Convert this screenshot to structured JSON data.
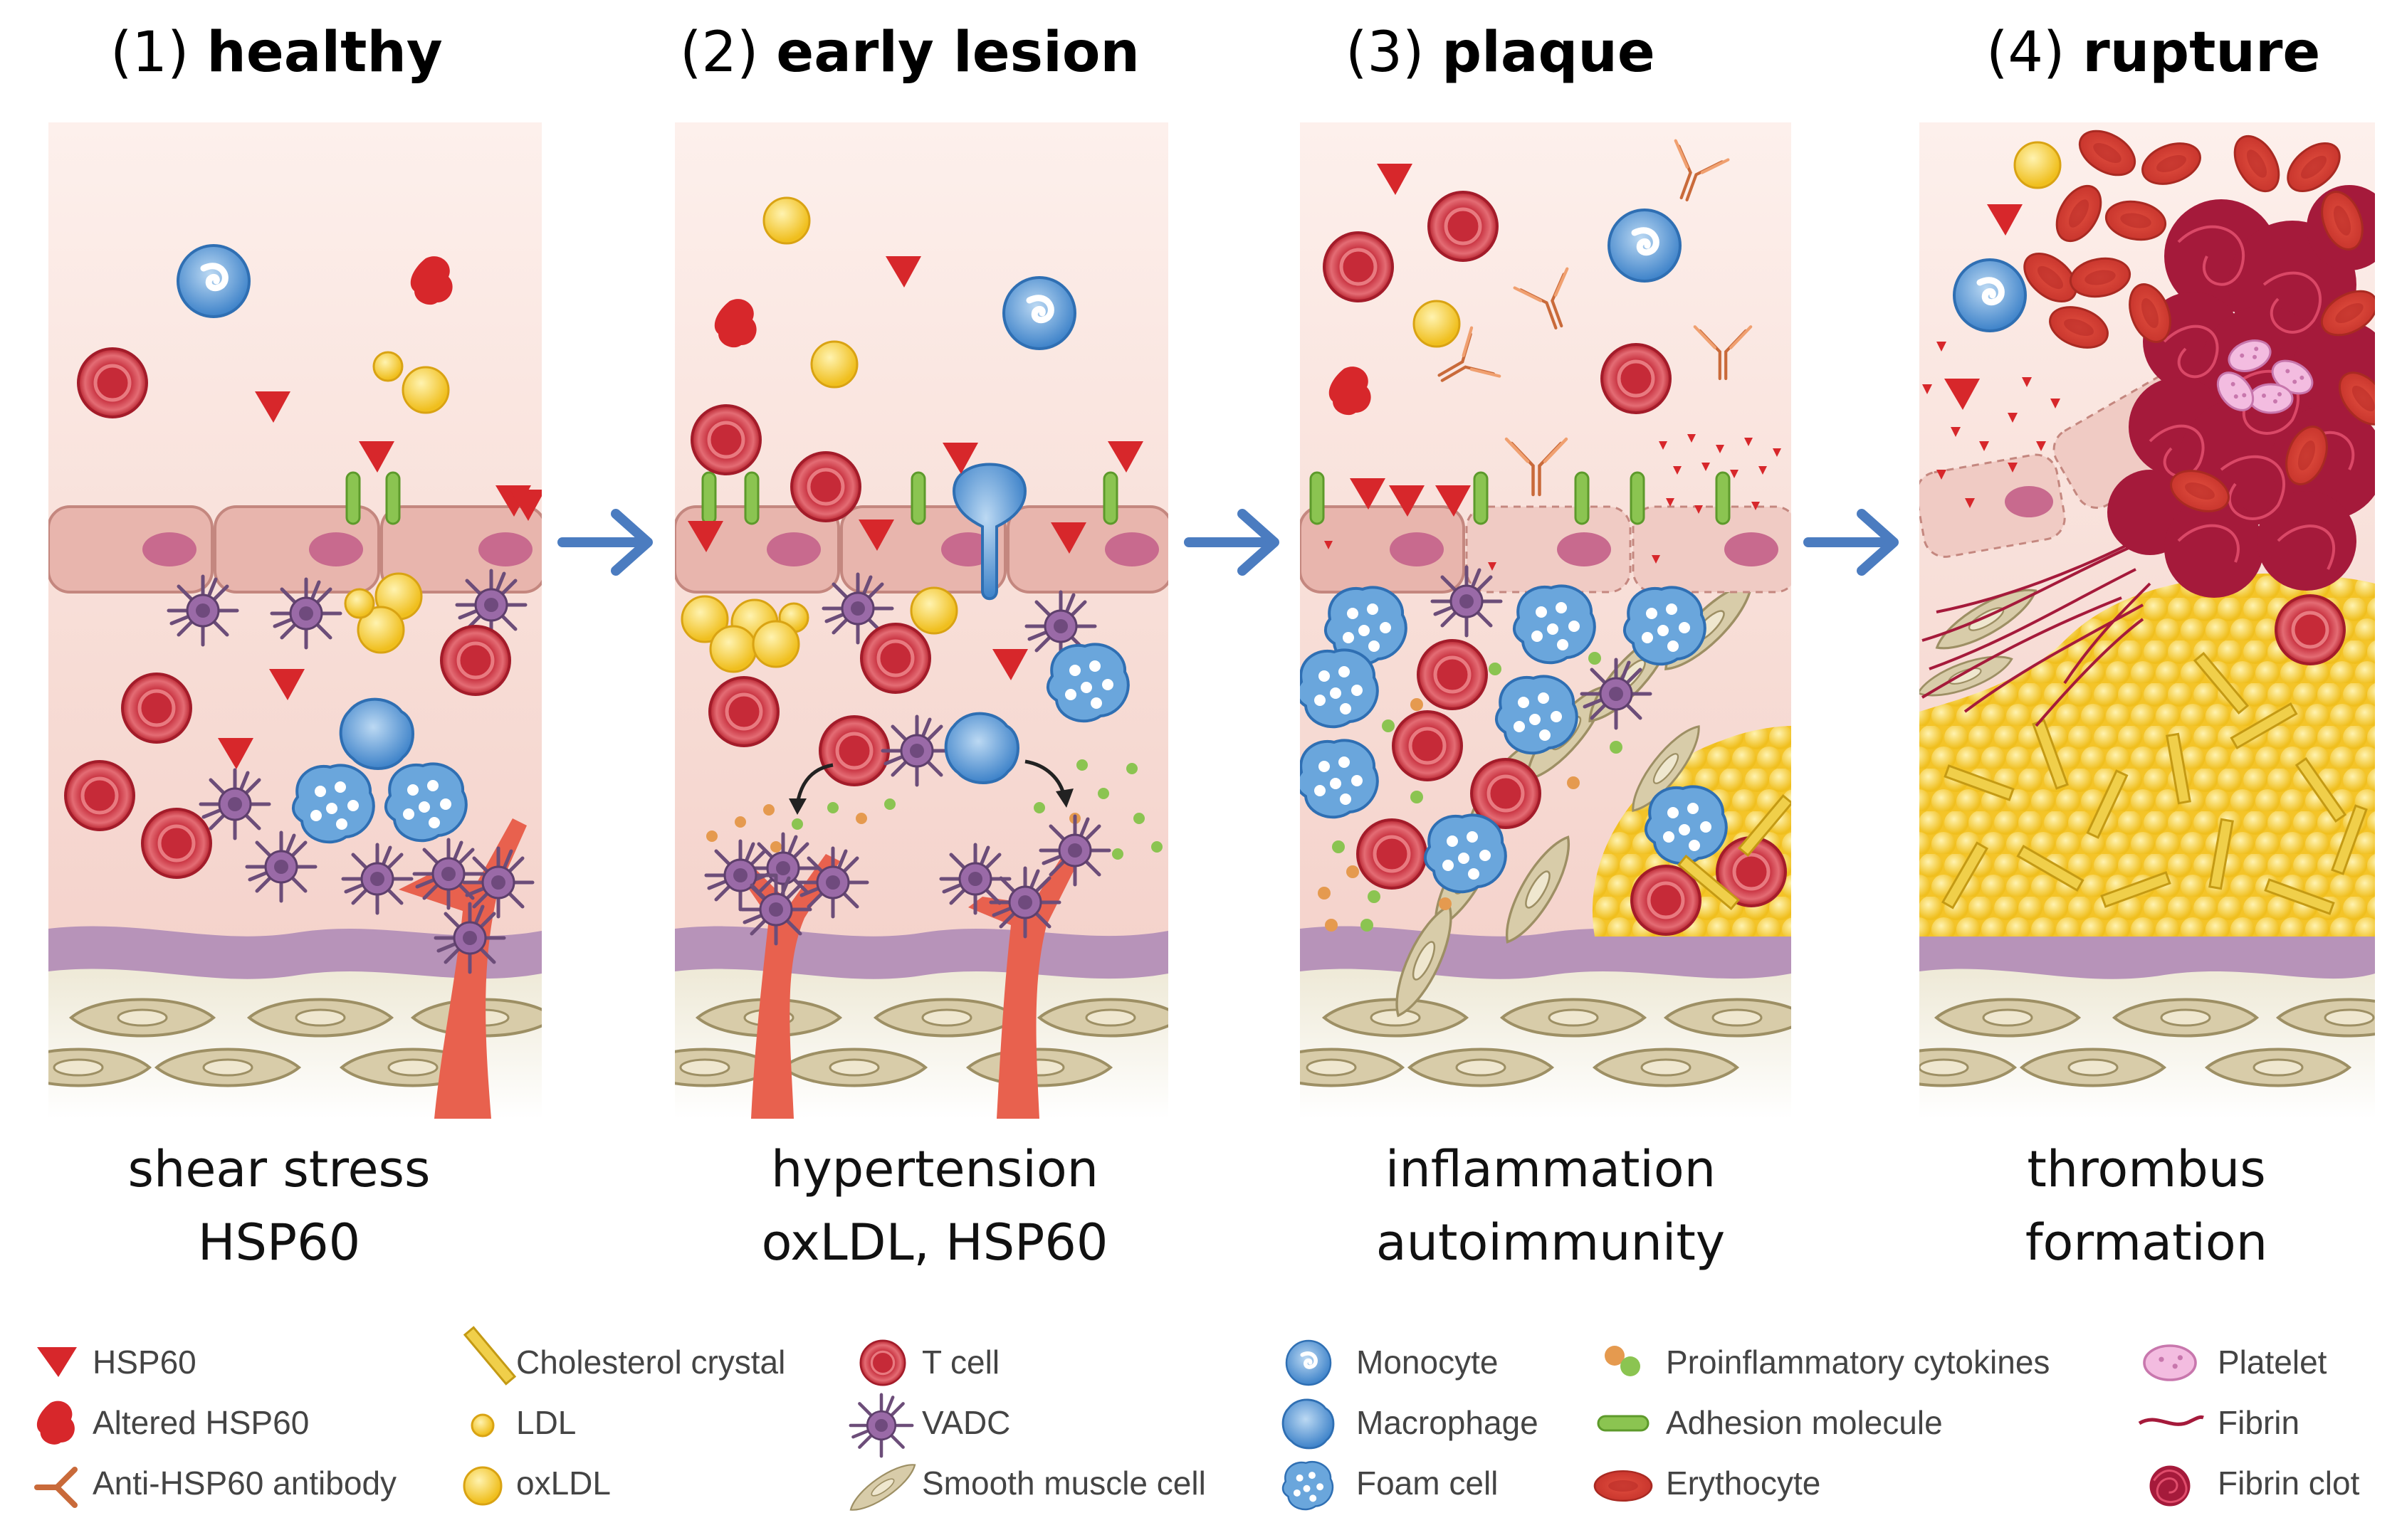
{
  "stages": [
    {
      "number": "(1)",
      "title": "healthy",
      "caption_line1": "shear stress",
      "caption_line2": "HSP60"
    },
    {
      "number": "(2)",
      "title": "early lesion",
      "caption_line1": "hypertension",
      "caption_line2": "oxLDL, HSP60"
    },
    {
      "number": "(3)",
      "title": "plaque",
      "caption_line1": "inflammation",
      "caption_line2": "autoimmunity"
    },
    {
      "number": "(4)",
      "title": "rupture",
      "caption_line1": "thrombus",
      "caption_line2": "formation"
    }
  ],
  "legend": {
    "col1": [
      "HSP60",
      "Altered HSP60",
      "Anti-HSP60 antibody"
    ],
    "col2": [
      "Cholesterol crystal",
      "LDL",
      "oxLDL"
    ],
    "col3": [
      "T cell",
      "VADC",
      "Smooth muscle cell"
    ],
    "col4": [
      "Monocyte",
      "Macrophage",
      "Foam cell"
    ],
    "col5": [
      "Proinflammatory cytokines",
      "Adhesion molecule",
      "Erythocyte"
    ],
    "col6": [
      "Platelet",
      "Fibrin",
      "Fibrin clot"
    ]
  },
  "colors": {
    "lumen_top": "#fbe9e4",
    "lumen_bottom": "#f6d3cc",
    "endothelium": "#e8b5ad",
    "membrane": "#b793b9",
    "media": "#ece6d2",
    "smooth_muscle": "#d8cca9",
    "vessel": "#e8614e",
    "hsp60": "#d7272b",
    "tcell": "#d84c56",
    "monocyte": "#4a8fd1",
    "ldl": "#f5c930",
    "adhesion": "#8bc451",
    "fibrin_clot": "#a51a3b",
    "platelet": "#f0b8dc",
    "arrow": "#4b7cc0"
  }
}
